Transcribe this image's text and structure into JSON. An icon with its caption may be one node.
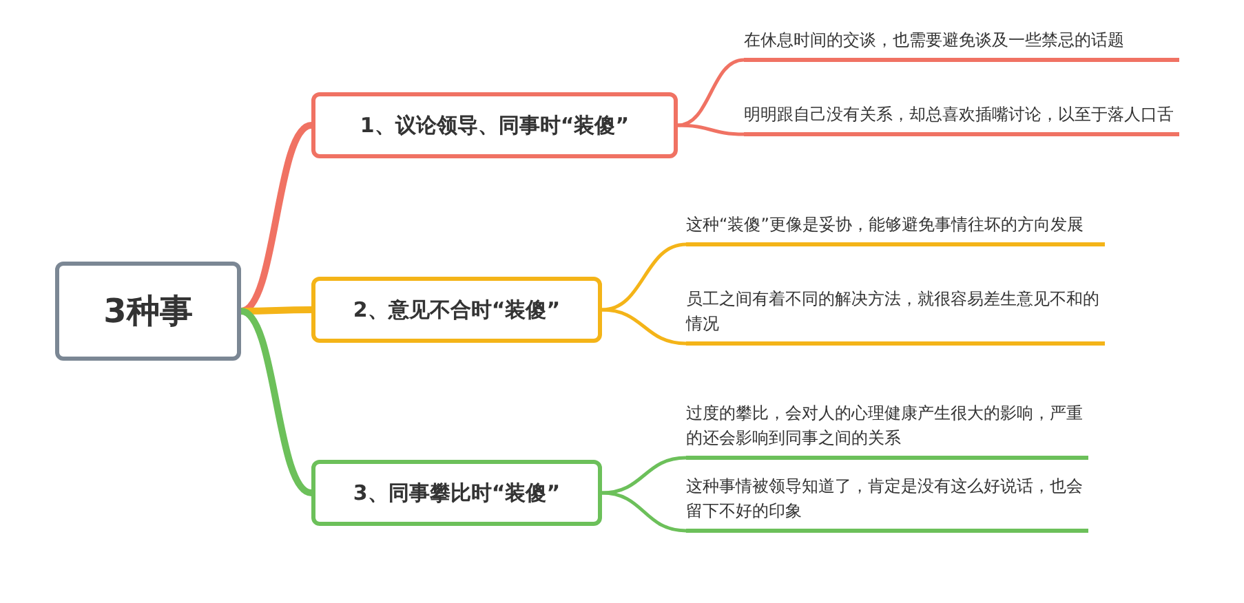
{
  "diagram": {
    "nodes": [
      {
        "text": [
          "3种事"
        ]
      },
      {
        "text": [
          "1、议论领导、同事时“装傻”"
        ]
      },
      {
        "text": [
          "2、意见不合时“装傻”"
        ]
      },
      {
        "text": [
          "3、同事攀比时“装傻”"
        ]
      },
      {
        "text": [
          "在休息时间的交谈，也需要避免谈及一些禁忌的话题"
        ]
      },
      {
        "text": [
          "明明跟自己没有关系，却总喜欢插嘴讨论，以至于落人口舌"
        ]
      },
      {
        "text": [
          "这种“装傻”更像是妥协，能够避免事情往坏的方向发展"
        ]
      },
      {
        "text": [
          "员工之间有着不同的解决方法，就很容易差生意见不和的情况"
        ]
      },
      {
        "text": [
          "过度的攀比，会对人的心理健康产生很大的影响，严重的还会影响到同事之间的关系"
        ]
      },
      {
        "text": [
          "这种事情被领导知道了，肯定是没有这么好说话，也会留下不好的印象"
        ]
      }
    ],
    "edges": [
      {
        "from": 0,
        "to": 1,
        "arrow": "none",
        "style": "thick",
        "color": "#f07263"
      },
      {
        "from": 0,
        "to": 2,
        "arrow": "none",
        "style": "thick",
        "color": "#f4b418"
      },
      {
        "from": 0,
        "to": 3,
        "arrow": "none",
        "style": "thick",
        "color": "#6cc05a"
      },
      {
        "from": 1,
        "to": 4,
        "arrow": "none",
        "color": "#f07263"
      },
      {
        "from": 1,
        "to": 5,
        "arrow": "none",
        "color": "#f07263"
      },
      {
        "from": 2,
        "to": 6,
        "arrow": "none",
        "color": "#f4b418"
      },
      {
        "from": 2,
        "to": 7,
        "arrow": "none",
        "color": "#f4b418"
      },
      {
        "from": 3,
        "to": 8,
        "arrow": "none",
        "color": "#6cc05a"
      },
      {
        "from": 3,
        "to": 9,
        "arrow": "none",
        "color": "#6cc05a"
      }
    ]
  }
}
